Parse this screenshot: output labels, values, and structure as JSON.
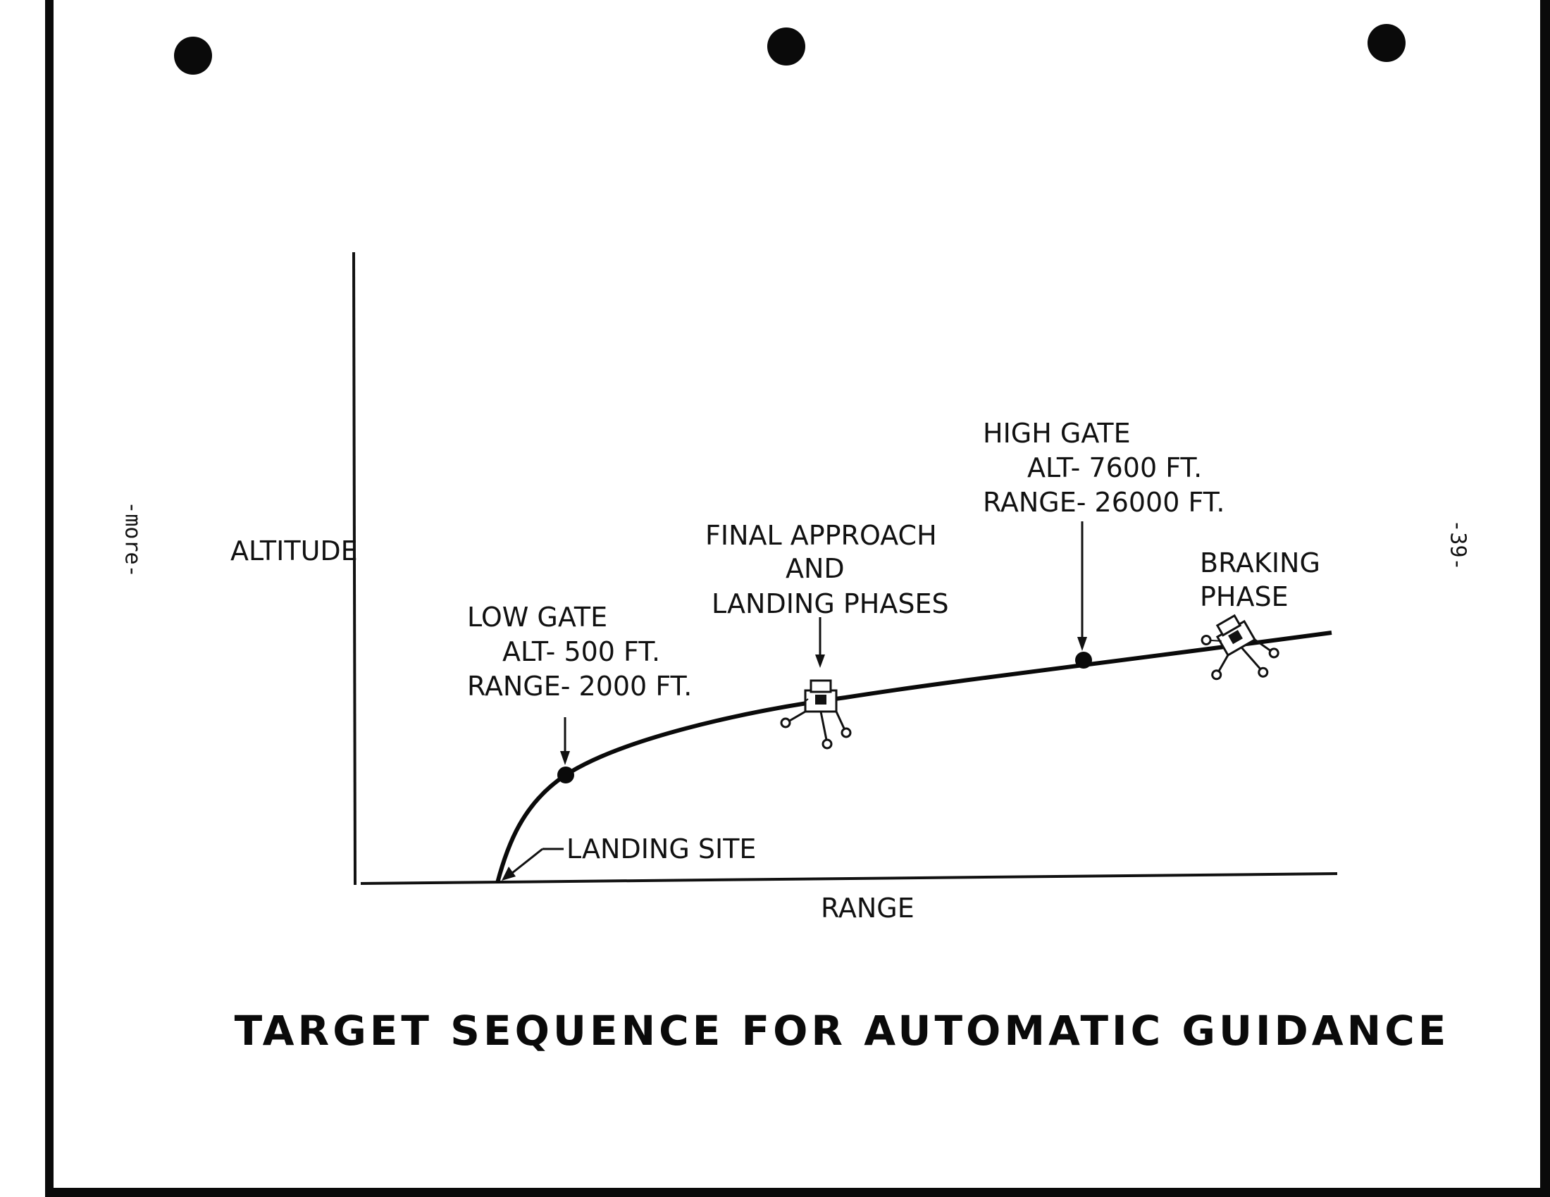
{
  "diagram": {
    "title": "TARGET SEQUENCE FOR AUTOMATIC GUIDANCE",
    "y_axis_label": "ALTITUDE",
    "x_axis_label": "RANGE",
    "landing_site_label": "LANDING SITE",
    "low_gate": {
      "name": "LOW GATE",
      "alt": "ALT- 500 FT.",
      "range": "RANGE- 2000 FT."
    },
    "final_approach": {
      "line1": "FINAL APPROACH",
      "line2": "AND",
      "line3": "LANDING PHASES"
    },
    "high_gate": {
      "name": "HIGH GATE",
      "alt": "ALT- 7600 FT.",
      "range": "RANGE-  26000 FT."
    },
    "braking": {
      "line1": "BRAKING",
      "line2": "PHASE"
    },
    "lunar_module_icons": [
      "lunar-module-icon",
      "lunar-module-icon"
    ]
  },
  "margin": {
    "left_text": "-more-",
    "right_text": "-39-"
  },
  "colors": {
    "ink": "#111111",
    "paper": "#ffffff"
  }
}
